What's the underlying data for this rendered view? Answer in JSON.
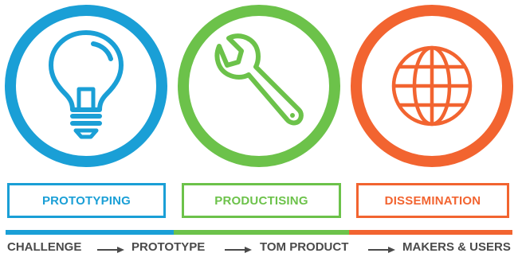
{
  "stages": [
    {
      "label": "PROTOTYPING",
      "color": "#1a9fd6",
      "icon": "lightbulb-icon"
    },
    {
      "label": "PRODUCTISING",
      "color": "#6cc24a",
      "icon": "wrench-icon"
    },
    {
      "label": "DISSEMINATION",
      "color": "#f26430",
      "icon": "globe-icon"
    }
  ],
  "flow": {
    "step1": "CHALLENGE",
    "step2": "PROTOTYPE",
    "step3": "TOM PRODUCT",
    "step4": "MAKERS & USERS"
  }
}
